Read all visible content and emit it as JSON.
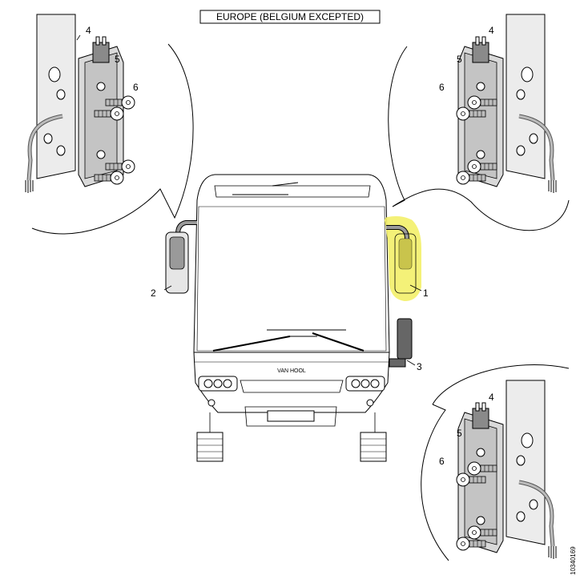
{
  "title": "EUROPE  (BELGIUM EXCEPTED)",
  "brand": "VAN HOOL",
  "doc_code": "10340169",
  "callouts": {
    "n1": "1",
    "n2": "2",
    "n3": "3",
    "n4": "4",
    "n5": "5",
    "n6": "6"
  },
  "colors": {
    "highlight": "#f3f06a",
    "line": "#000000",
    "part_fill": "#d9d9d9",
    "part_dark": "#8a8a8a",
    "panel_fill": "#ececec",
    "mirror_fill": "#e6e6e6"
  }
}
